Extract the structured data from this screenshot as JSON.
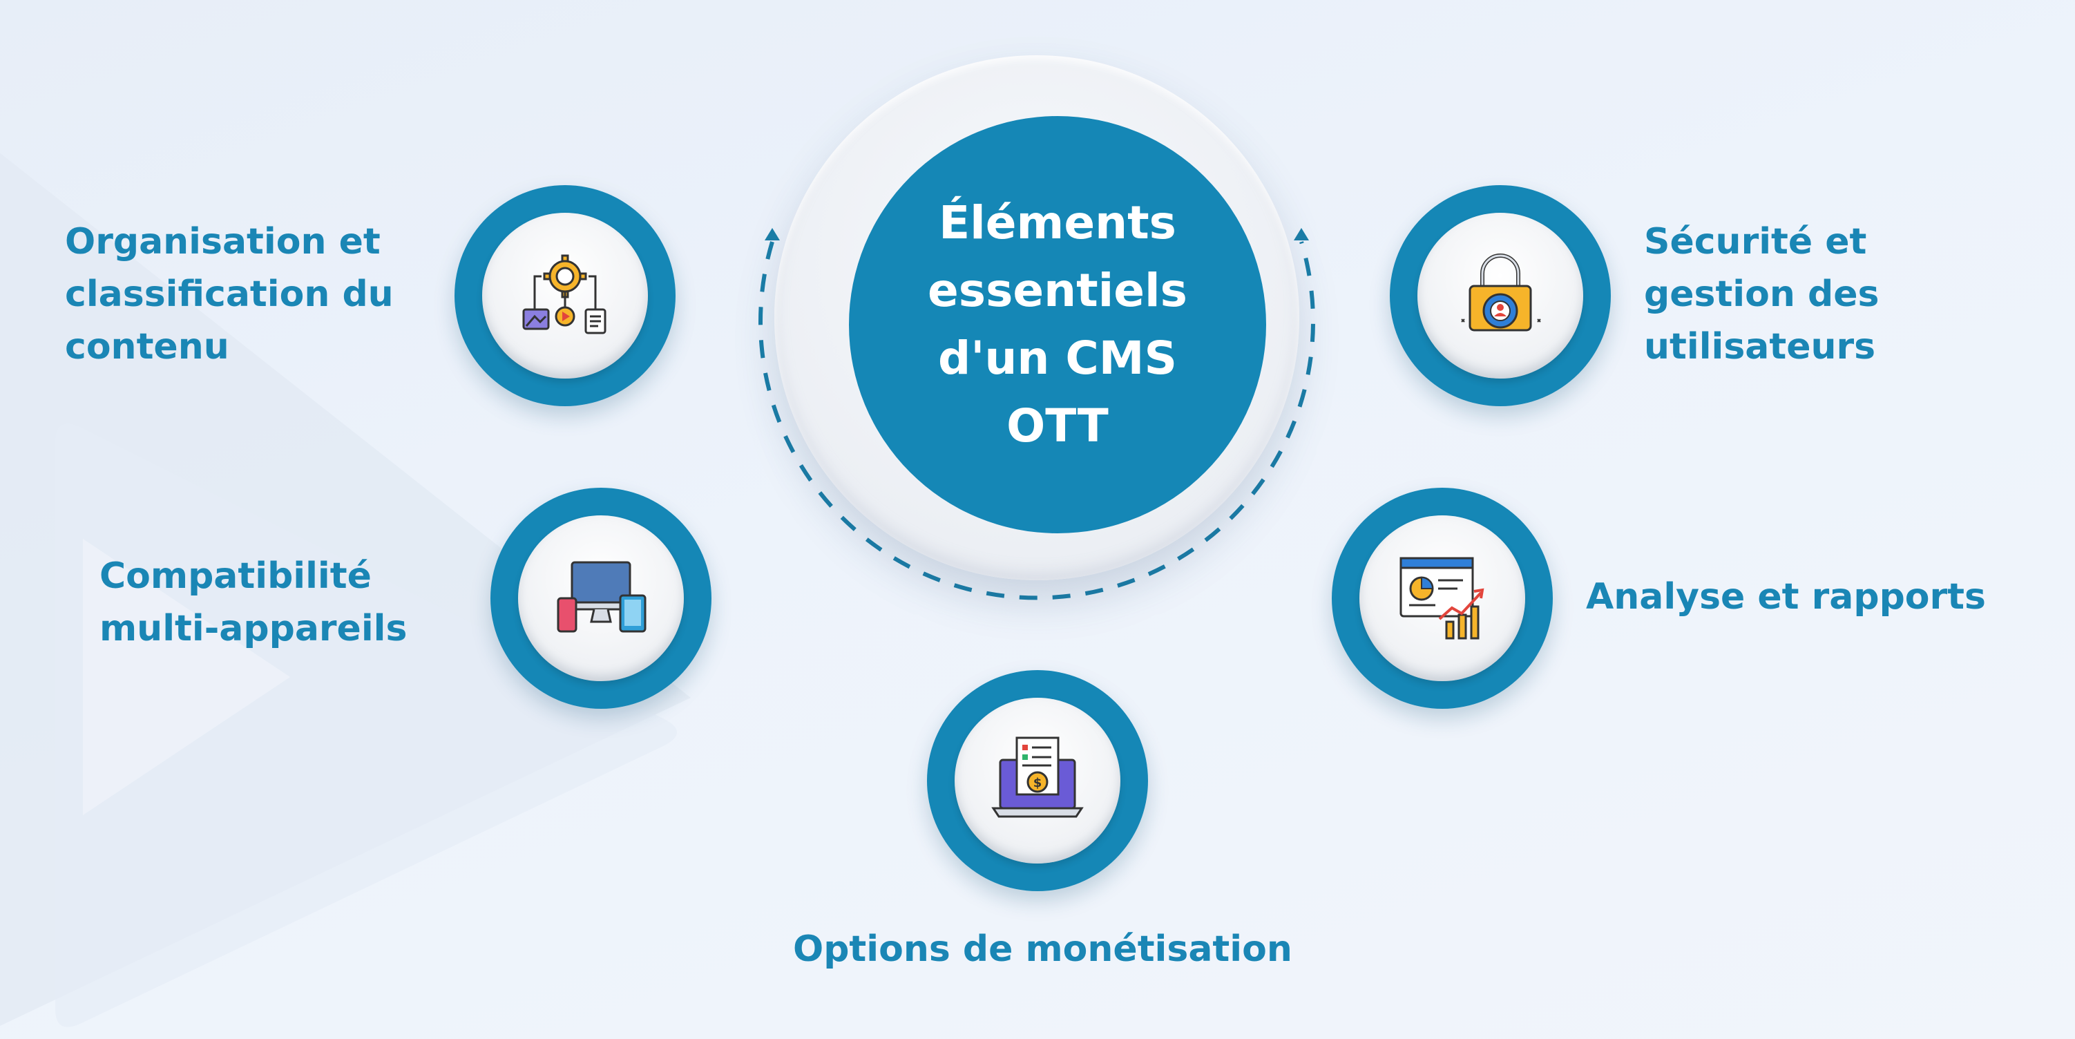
{
  "center": {
    "title": "Éléments essentiels d'un CMS OTT"
  },
  "items": [
    {
      "id": "organisation",
      "label": "Organisation et\nclassification du\ncontenu",
      "icon": "content-workflow-icon"
    },
    {
      "id": "compatibilite",
      "label": "Compatibilité\nmulti-appareils",
      "icon": "multi-device-icon"
    },
    {
      "id": "monetisation",
      "label": "Options de monétisation",
      "icon": "laptop-payment-icon"
    },
    {
      "id": "analyse",
      "label": "Analyse et rapports",
      "icon": "analytics-chart-icon"
    },
    {
      "id": "securite",
      "label": "Sécurité et\ngestion des\nutilisateurs",
      "icon": "padlock-user-icon"
    }
  ],
  "colors": {
    "accent": "#1587b6",
    "label": "#1a86b5",
    "background": "#eaf1f9"
  }
}
